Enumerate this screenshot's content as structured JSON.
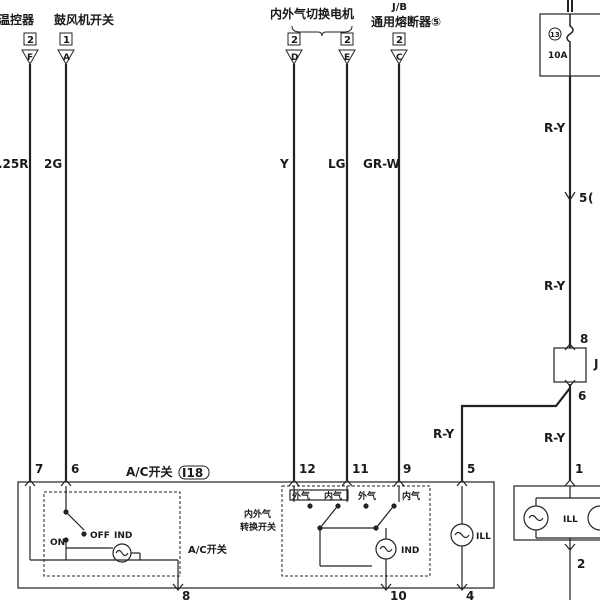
{
  "top_labels": {
    "thermostat": "温控器",
    "blower_switch": "鼓风机开关",
    "recirc_motor": "内外气切换电机",
    "jb": "J/B",
    "fuse_general": "通用熔断器⑤"
  },
  "connector_codes": {
    "f_conn": "2",
    "a_conn": "1",
    "d_conn": "2",
    "e_conn": "2",
    "c_conn": "2"
  },
  "pin_letters": {
    "F": "F",
    "A": "A",
    "D": "D",
    "E": "E",
    "C": "C"
  },
  "fuse": {
    "number": "13",
    "rating": "10A"
  },
  "wire_colors": {
    "w1": ".25R",
    "w2": "2G",
    "w3": "Y",
    "w4": "LG",
    "w5": "GR-W",
    "ry1": "R-Y",
    "ry2": "R-Y",
    "ry3": "R-Y",
    "ry4": "R-Y"
  },
  "connector_labels": {
    "jb_5": "5",
    "jb_8": "8",
    "jb_6": "6",
    "jb_letter": "J"
  },
  "pins": {
    "p7": "7",
    "p6": "6",
    "p12": "12",
    "p11": "11",
    "p9": "9",
    "p5": "5",
    "p1": "1",
    "p8": "8",
    "p10": "10",
    "p4": "4",
    "p2": "2"
  },
  "ac_switch": {
    "title": "A/C开关",
    "code": "I18",
    "off": "OFF",
    "on": "ON",
    "ind": "IND",
    "label": "A/C开关"
  },
  "recirc_switch": {
    "outside1": "外气",
    "inside1": "内气",
    "outside2": "外气",
    "inside2": "内气",
    "label_line1": "内外气",
    "label_line2": "转换开关",
    "ind": "IND"
  },
  "ill": {
    "ill1": "ILL",
    "ill2": "ILL"
  }
}
